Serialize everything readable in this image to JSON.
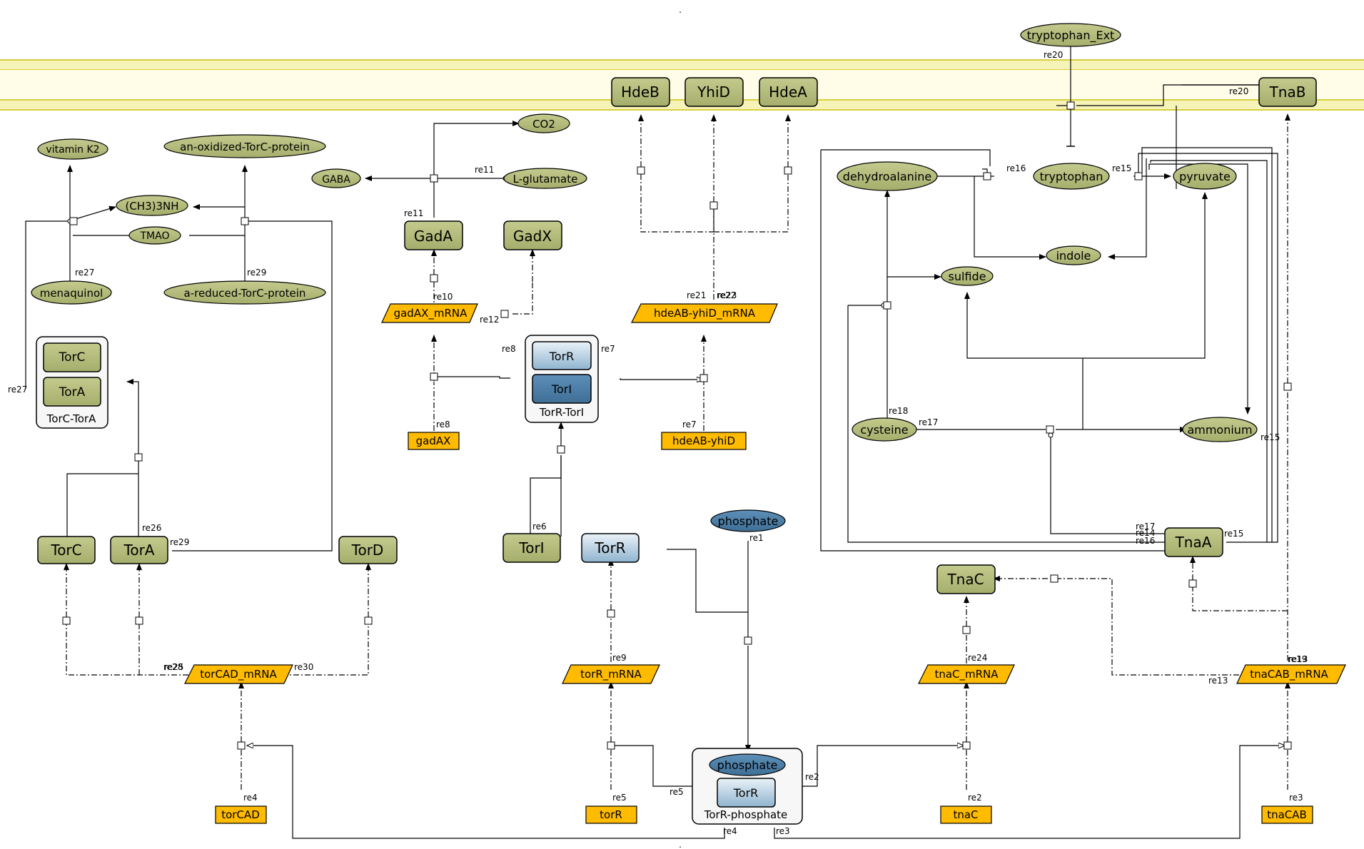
{
  "colors": {
    "species_green": "#b1b978",
    "gene_orange": "#ffbb00",
    "blue_dark": "#4b7fa8",
    "blue_light": "#c6dbea",
    "membrane": "#f6f3b8",
    "membrane_line": "#d8cf3c"
  },
  "top_mark": ".",
  "bottom_mark": ".",
  "species": {
    "tryptophan_ext": "tryptophan_Ext",
    "vitamin_k2": "vitamin K2",
    "oxidized_torc": "an-oxidized-TorC-protein",
    "ch3_3nh": "(CH3)3NH",
    "tmao": "TMAO",
    "menaquinol": "menaquinol",
    "reduced_torc": "a-reduced-TorC-protein",
    "co2": "CO2",
    "gaba": "GABA",
    "l_glutamate": "L-glutamate",
    "dehydroalanine": "dehydroalanine",
    "tryptophan": "tryptophan",
    "pyruvate": "pyruvate",
    "indole": "indole",
    "sulfide": "sulfide",
    "cysteine": "cysteine",
    "ammonium": "ammonium",
    "phosphate": "phosphate",
    "phosphate_in_complex": "phosphate"
  },
  "proteins": {
    "hdeb": "HdeB",
    "yhid": "YhiD",
    "hdea": "HdeA",
    "tnab": "TnaB",
    "gada": "GadA",
    "gadx": "GadX",
    "torc_in_complex": "TorC",
    "tora_in_complex": "TorA",
    "torc": "TorC",
    "tora": "TorA",
    "tord": "TorD",
    "tori": "TorI",
    "torr": "TorR",
    "torr_in_complex": "TorR",
    "tori_in_complex": "TorI",
    "torr_in_phosphate": "TorR",
    "tnac": "TnaC",
    "tnaa": "TnaA"
  },
  "complexes": {
    "torc_tora": "TorC-TorA",
    "torr_tori": "TorR-TorI",
    "torr_phosphate": "TorR-phosphate"
  },
  "mrnas": {
    "gadax": "gadAX_mRNA",
    "hdeab": "hdeAB-yhiD_mRNA",
    "torcad": "torCAD_mRNA",
    "torr": "torR_mRNA",
    "tnac": "tnaC_mRNA",
    "tnacab": "tnaCAB_mRNA"
  },
  "genes": {
    "gadax": "gadAX",
    "hdeab": "hdeAB-yhiD",
    "torcad": "torCAD",
    "torr": "torR",
    "tnac": "tnaC",
    "tnacab": "tnaCAB"
  },
  "reactions": {
    "re20_top": "re20",
    "re20_tnab": "re20",
    "re11_a": "re11",
    "re11_b": "re11",
    "re16_a": "re16",
    "re15_a": "re15",
    "re27_a": "re27",
    "re29_a": "re29",
    "re27_b": "re27",
    "re10": "re10",
    "re12": "re12",
    "re21": "re21",
    "re22": "re22",
    "re23": "re23",
    "re8_a": "re8",
    "re7_a": "re7",
    "re8_b": "re8",
    "re7_b": "re7",
    "re18": "re18",
    "re17_a": "re17",
    "re15_b": "re15",
    "re26": "re26",
    "re29_b": "re29",
    "re6": "re6",
    "re1": "re1",
    "re17_b": "re17",
    "re14": "re14",
    "re16_b": "re16",
    "re15_c": "re15",
    "re28": "re28",
    "re25": "re25",
    "re30": "re30",
    "re9": "re9",
    "re24": "re24",
    "re19": "re19",
    "re13_a": "re13",
    "re13_b": "re13",
    "re4_a": "re4",
    "re5_a": "re5",
    "re5_b": "re5",
    "re2_a": "re2",
    "re2_b": "re2",
    "re3_a": "re3",
    "re4_b": "re4",
    "re3_b": "re3"
  }
}
